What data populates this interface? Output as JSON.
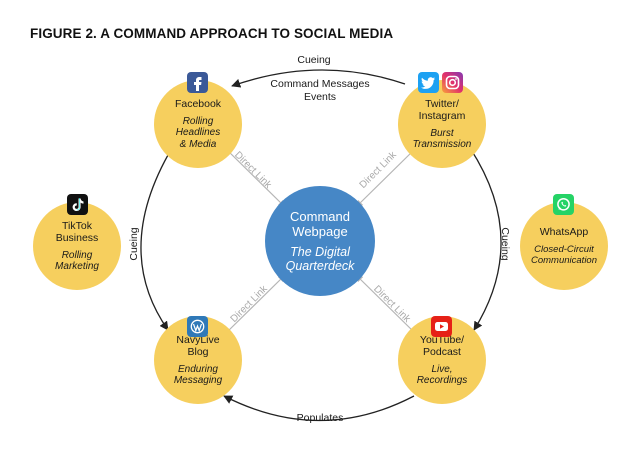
{
  "figure": {
    "title": "FIGURE 2. A COMMAND APPROACH TO SOCIAL MEDIA"
  },
  "colors": {
    "node_fill": "#f6cf5e",
    "center_fill": "#4687c6",
    "arrow": "#222222",
    "direct_link": "#b5b5b5"
  },
  "center": {
    "name_line1": "Command",
    "name_line2": "Webpage",
    "desc_line1": "The Digital",
    "desc_line2": "Quarterdeck"
  },
  "nodes": {
    "facebook": {
      "icon": "facebook-icon",
      "name_line1": "Facebook",
      "desc_line1": "Rolling",
      "desc_line2": "Headlines",
      "desc_line3": "& Media"
    },
    "twitter": {
      "icon": "twitter-icon",
      "icon2": "instagram-icon",
      "name_line1": "Twitter/",
      "name_line2": "Instagram",
      "desc_line1": "Burst",
      "desc_line2": "Transmission"
    },
    "tiktok": {
      "icon": "tiktok-icon",
      "name_line1": "TikTok",
      "name_line2": "Business",
      "desc_line1": "Rolling",
      "desc_line2": "Marketing"
    },
    "whatsapp": {
      "icon": "whatsapp-icon",
      "name_line1": "WhatsApp",
      "desc_line1": "Closed-Circuit",
      "desc_line2": "Communication"
    },
    "navylive": {
      "icon": "wordpress-icon",
      "name_line1": "NavyLive",
      "name_line2": "Blog",
      "desc_line1": "Enduring",
      "desc_line2": "Messaging"
    },
    "youtube": {
      "icon": "youtube-icon",
      "name_line1": "YouTube/",
      "name_line2": "Podcast",
      "desc_line1": "Live,",
      "desc_line2": "Recordings"
    }
  },
  "edges": {
    "top_line1": "Cueing",
    "top_line2": "Command Messages",
    "top_line3": "Events",
    "left": "Cueing",
    "right": "Cueing",
    "bottom": "Populates",
    "direct_link": "Direct Link"
  }
}
